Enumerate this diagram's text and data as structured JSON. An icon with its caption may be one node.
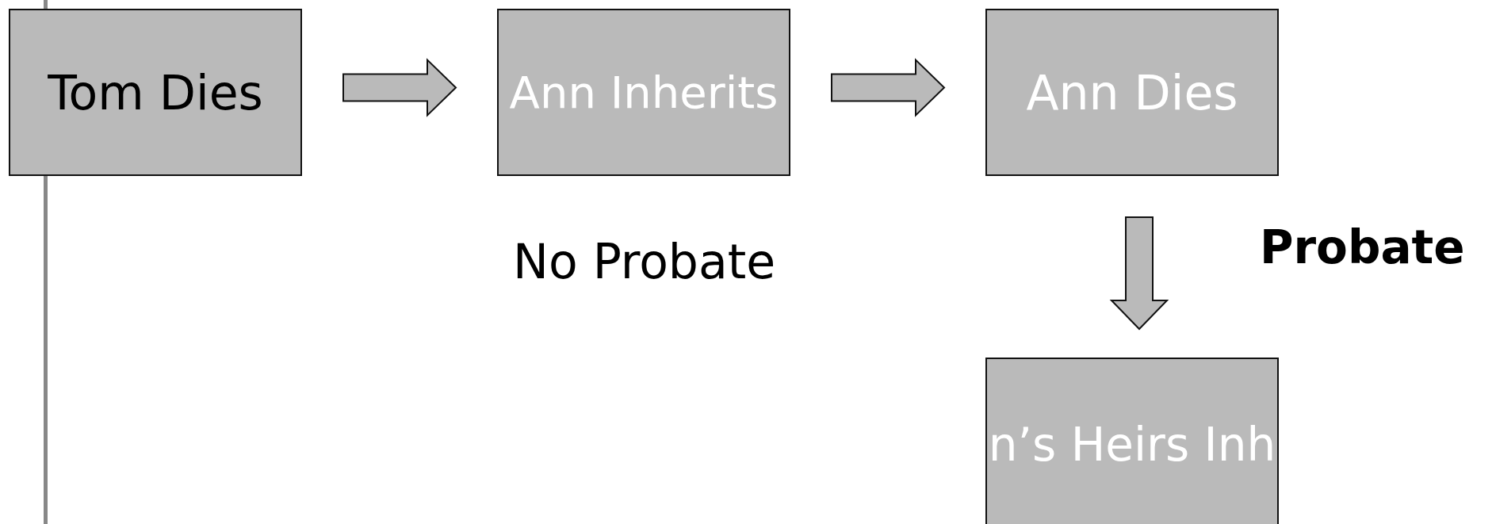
{
  "diagram": {
    "nodes": [
      {
        "text": [
          "Tom Dies"
        ]
      },
      {
        "text": [
          "Ann Inherits"
        ]
      },
      {
        "text": [
          "Ann Dies"
        ]
      },
      {
        "text": [
          "n’s Heirs Inh"
        ]
      }
    ],
    "edges": [
      {
        "from": 0,
        "to": 1,
        "arrow": "to"
      },
      {
        "from": 1,
        "to": 2,
        "arrow": "to"
      },
      {
        "from": 2,
        "to": 3,
        "arrow": "to"
      }
    ],
    "labels": [
      "No Probate",
      "Probate"
    ]
  }
}
